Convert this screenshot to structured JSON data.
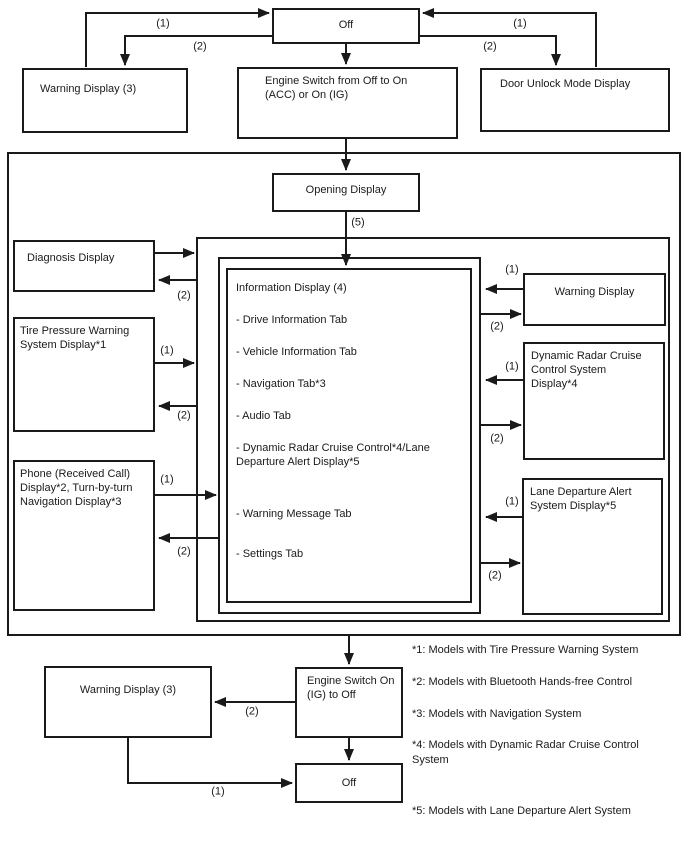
{
  "labels": {
    "one": "(1)",
    "two": "(2)",
    "five": "(5)"
  },
  "nodes": {
    "off_top": "Off",
    "warning_top": "Warning Display (3)",
    "engine_on": "Engine Switch from Off to On (ACC) or On (IG)",
    "door_unlock": "Door Unlock Mode Display",
    "opening": "Opening Display",
    "diagnosis": "Diagnosis Display",
    "tire": "Tire Pressure Warning System Display*1",
    "phone": "Phone (Received Call) Display*2, Turn-by-turn Navigation Display*3",
    "warning_right": "Warning Display",
    "drcc": "Dynamic Radar Cruise Control System Display*4",
    "lda": "Lane Departure Alert System Display*5",
    "engine_off": "Engine Switch On (IG) to Off",
    "warning_bottom": "Warning Display (3)",
    "off_bottom": "Off"
  },
  "info_display": {
    "title": "Information Display (4)",
    "tabs": [
      "- Drive Information Tab",
      "- Vehicle Information Tab",
      "- Navigation Tab*3",
      "- Audio Tab",
      "- Dynamic Radar Cruise Control*4/Lane Departure Alert Display*5",
      "- Warning Message Tab",
      "- Settings Tab"
    ]
  },
  "footnotes": [
    "*1: Models with Tire Pressure Warning System",
    "*2: Models with Bluetooth Hands-free Control",
    "*3: Models with Navigation System",
    "*4: Models with Dynamic Radar Cruise Control System",
    "*5: Models with Lane Departure Alert System"
  ],
  "colors": {
    "line": "#1a1a1a",
    "background": "#ffffff"
  }
}
